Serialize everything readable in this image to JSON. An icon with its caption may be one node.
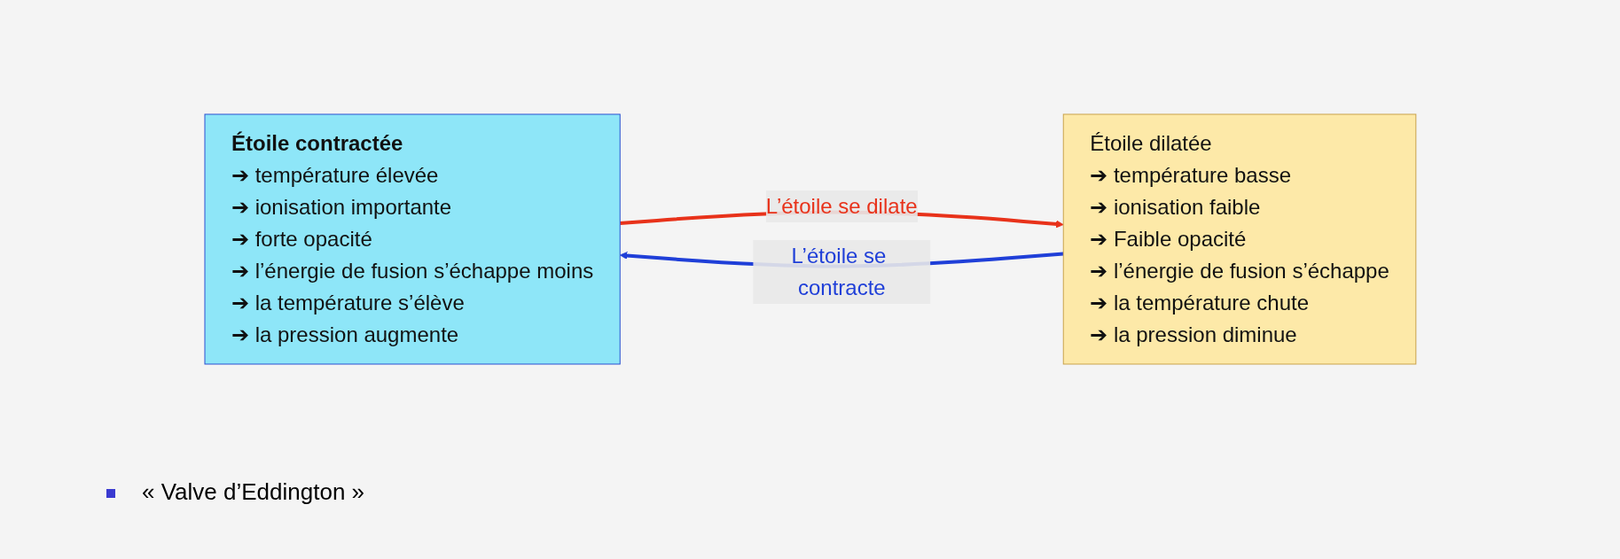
{
  "diagram": {
    "nodes": [
      {
        "text": [
          "Étoile contractée",
          "➔ température élevée",
          "➔ ionisation importante",
          "➔ forte opacité",
          "➔ l’énergie de fusion s’échappe moins",
          "➔ la température s’élève",
          "➔ la pression augmente"
        ]
      },
      {
        "text": [
          "Étoile dilatée",
          "➔ température basse",
          "➔ ionisation faible",
          "➔ Faible opacité",
          "➔ l’énergie de fusion s’échappe",
          "➔ la température chute",
          "➔ la pression diminue"
        ]
      }
    ],
    "edges": [
      {
        "from": 0,
        "to": 1,
        "arrow": "to",
        "label": "L’étoile se dilate",
        "color": "#e8321a"
      },
      {
        "from": 1,
        "to": 0,
        "arrow": "to",
        "label": "L’étoile se contracte",
        "color": "#1f3fd8"
      }
    ],
    "labels": [
      "« Valve d’Eddington »"
    ]
  }
}
